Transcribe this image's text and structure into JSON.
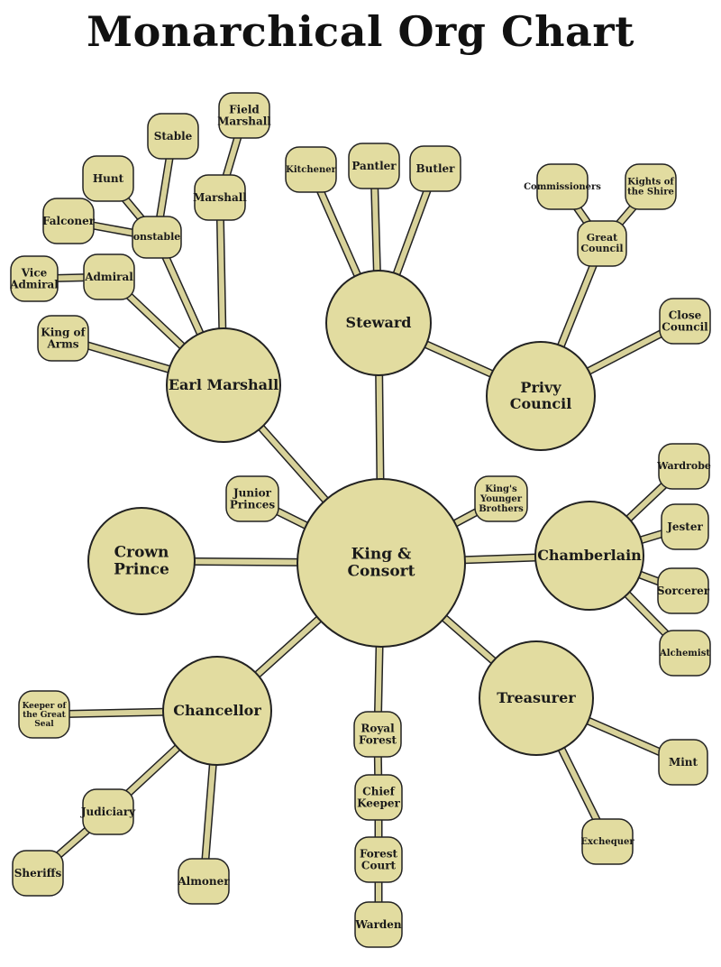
{
  "title": "Monarchical Org Chart",
  "colors": {
    "fill": "#e2dca0",
    "stroke": "#222222",
    "link": "#d8d29a"
  },
  "nodes": {
    "king": "King & Consort",
    "crown_prince": "Crown Prince",
    "junior_princes": "Junior Princes",
    "younger_brothers": "King's Younger Brothers",
    "earl_marshall": "Earl Marshall",
    "constable": "onstable",
    "stable": "Stable",
    "hunt": "Hunt",
    "falconer": "Falconer",
    "admiral": "Admiral",
    "vice_admiral": "Vice Admiral",
    "king_of_arms": "King of Arms",
    "marshall": "Marshall",
    "field_marshall": "Field Marshall",
    "steward": "Steward",
    "kitchener": "Kitchener",
    "pantler": "Pantler",
    "butler": "Butler",
    "privy_council": "Privy Council",
    "great_council": "Great Council",
    "commissioners": "Commissioners",
    "knights_shire": "Kights of the Shire",
    "close_council": "Close Council",
    "chamberlain": "Chamberlain",
    "wardrobe": "Wardrobe",
    "jester": "Jester",
    "sorcerer": "Sorcerer",
    "alchemist": "Alchemist",
    "treasurer": "Treasurer",
    "mint": "Mint",
    "exchequer": "Exchequer",
    "chancellor": "Chancellor",
    "keeper_seal": "Keeper of the Great Seal",
    "judiciary": "Judiciary",
    "sheriffs": "Sheriffs",
    "almoner": "Almoner",
    "royal_forest": "Royal Forest",
    "chief_keeper": "Chief Keeper",
    "forest_court": "Forest Court",
    "warden": "Warden"
  }
}
